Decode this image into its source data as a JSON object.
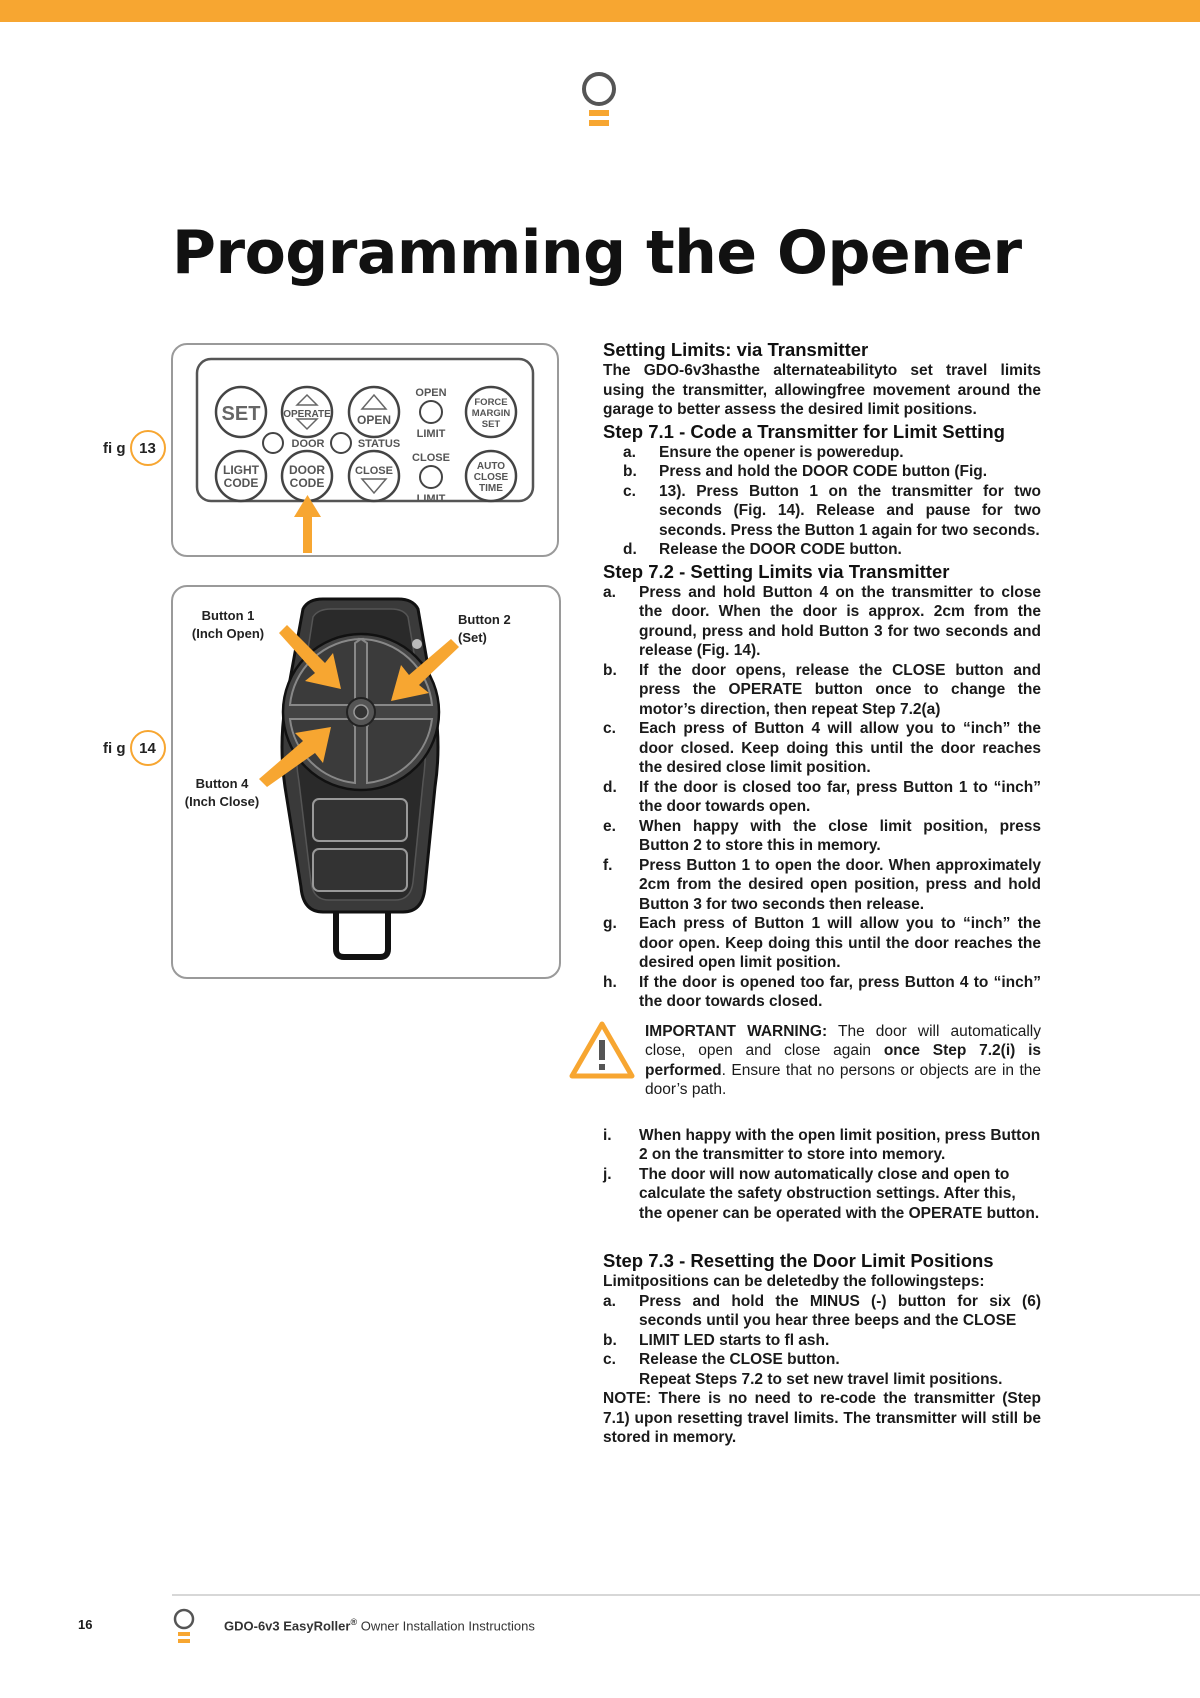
{
  "page": {
    "title": "Programming the Opener",
    "accent_color": "#f7a631",
    "logo_icon": "bulb-logo-icon"
  },
  "figures": {
    "fig13": {
      "label": "fi g",
      "number": "13",
      "buttons": {
        "set": "SET",
        "operate": "OPERATE",
        "open": "OPEN",
        "open_limit_top": "OPEN",
        "open_limit_bottom": "LIMIT",
        "force_line1": "FORCE",
        "force_line2": "MARGIN",
        "force_line3": "SET",
        "door_led": "DOOR",
        "status_led": "STATUS",
        "light_line1": "LIGHT",
        "light_line2": "CODE",
        "door_code_line1": "DOOR",
        "door_code_line2": "CODE",
        "close": "CLOSE",
        "close_limit_top": "CLOSE",
        "close_limit_bottom": "LIMIT",
        "auto_line1": "AUTO",
        "auto_line2": "CLOSE",
        "auto_line3": "TIME"
      }
    },
    "fig14": {
      "label": "fi g",
      "number": "14",
      "button1_line1": "Button 1",
      "button1_line2": "(Inch Open)",
      "button2_line1": "Button 2",
      "button2_line2": "(Set)",
      "button4_line1": "Button 4",
      "button4_line2": "(Inch Close)"
    }
  },
  "intro": {
    "heading": "Setting Limits: via Transmitter",
    "text": "The GDO-6v3hasthe alternateabilityto set travel limits using the transmitter, allowingfree movement around the garage to better assess the desired limit positions."
  },
  "step71": {
    "heading": "Step 7.1 - Code a Transmitter for Limit Setting",
    "items": [
      {
        "marker": "a.",
        "text": "Ensure the opener is poweredup."
      },
      {
        "marker": "b.",
        "text": "Press and hold the DOOR CODE button (Fig."
      },
      {
        "marker": "c.",
        "text": "13). Press Button 1 on the transmitter for two seconds (Fig. 14). Release and pause for two seconds. Press the Button 1 again for two seconds."
      },
      {
        "marker": "d.",
        "text": "Release the DOOR CODE button."
      }
    ]
  },
  "step72": {
    "heading": "Step 7.2 - Setting Limits via Transmitter",
    "items": [
      {
        "marker": "a.",
        "text": "Press and hold Button 4 on the transmitter to close the door. When the door is approx. 2cm from the ground, press and hold Button 3 for two seconds and release (Fig. 14)."
      },
      {
        "marker": "b.",
        "text": "If the door opens, release the CLOSE button and press the OPERATE button once to change the motor’s direction, then repeat Step 7.2(a)"
      },
      {
        "marker": "c.",
        "text": "Each press of Button 4 will allow you to “inch” the door closed. Keep doing this until the door reaches the desired close limit position."
      },
      {
        "marker": "d.",
        "text": "If the door is closed too far, press Button 1 to “inch” the door towards open."
      },
      {
        "marker": "e.",
        "text": "When happy with the close limit position, press Button 2 to store this in memory."
      },
      {
        "marker": "f.",
        "text": "Press Button 1 to open the door. When approximately 2cm from the desired open position, press and hold Button 3 for two seconds then release."
      },
      {
        "marker": "g.",
        "text": "Each press of Button 1 will allow you to “inch” the door open. Keep doing this until the door reaches the desired open limit position."
      },
      {
        "marker": "h.",
        "text": "If the door is opened too far, press Button 4 to “inch” the door towards closed."
      }
    ],
    "warning": {
      "icon": "warning-triangle-icon",
      "label": "IMPORTANT WARNING:",
      "text1": " The door will automatically close, open and close again ",
      "bold1": "once Step 7.2(i) is performed",
      "text2": ". Ensure that no persons or objects are in the door’s path."
    },
    "items_after": [
      {
        "marker": "i.",
        "text": "When happy with the open limit position, press Button 2 on the transmitter to store into memory."
      },
      {
        "marker": "j.",
        "text": "The door will now automatically close and open to calculate the safety obstruction settings. After this, the opener can be operated with the OPERATE button."
      }
    ]
  },
  "step73": {
    "heading": "Step 7.3 - Resetting the Door Limit Positions",
    "intro": "Limitpositions can be deletedby the followingsteps:",
    "items": [
      {
        "marker": "a.",
        "text": "Press and hold the MINUS (-) button for six (6) seconds until you hear three beeps and the CLOSE"
      },
      {
        "marker": "b.",
        "text": "LIMIT LED starts to fl ash."
      },
      {
        "marker": "c.",
        "text": "Release the CLOSE button."
      },
      {
        "marker": "",
        "text": "Repeat Steps 7.2 to set new travel limit positions."
      }
    ],
    "note": "NOTE: There is no need to re-code the transmitter (Step 7.1) upon resetting travel limits. The transmitter will still be stored in memory."
  },
  "footer": {
    "page_number": "16",
    "product": "GDO-6v3 EasyRoller",
    "reg_mark": "®",
    "doc_title": " Owner Installation Instructions"
  }
}
